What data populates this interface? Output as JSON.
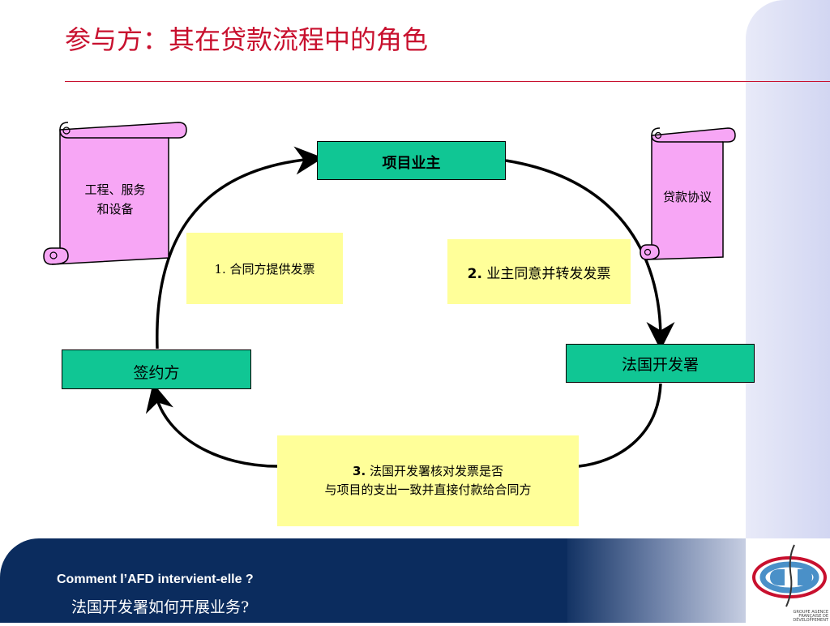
{
  "slide": {
    "title": "参与方：其在贷款流程中的角色"
  },
  "nodes": {
    "owner": "项目业主",
    "signer": "签约方",
    "afd": "法国开发署"
  },
  "steps": {
    "step1": {
      "number": "1.",
      "text": "合同方提供发票"
    },
    "step2": {
      "number": "2.",
      "text": "业主同意并转发发票"
    },
    "step3": {
      "number": "3.",
      "line1": "法国开发署核对发票是否",
      "line2": "与项目的支出一致并直接付款给合同方"
    }
  },
  "scrolls": {
    "left": {
      "line1": "工程、服务",
      "line2": "和设备"
    },
    "right": {
      "line1": "贷款协议"
    }
  },
  "footer": {
    "line1": "Comment l’AFD intervient-elle ?",
    "line2": "法国开发署如何开展业务?"
  },
  "logo": {
    "caption_lines": [
      "GROUPE AGENCE",
      "FRANÇAISE DE",
      "DÉVELOPPEMENT"
    ]
  },
  "colors": {
    "title": "#c8102e",
    "node_fill": "#10c694",
    "step_fill": "#ffff99",
    "scroll_fill": "#f7a6f5",
    "footer_navy": "#0b2c5e"
  }
}
